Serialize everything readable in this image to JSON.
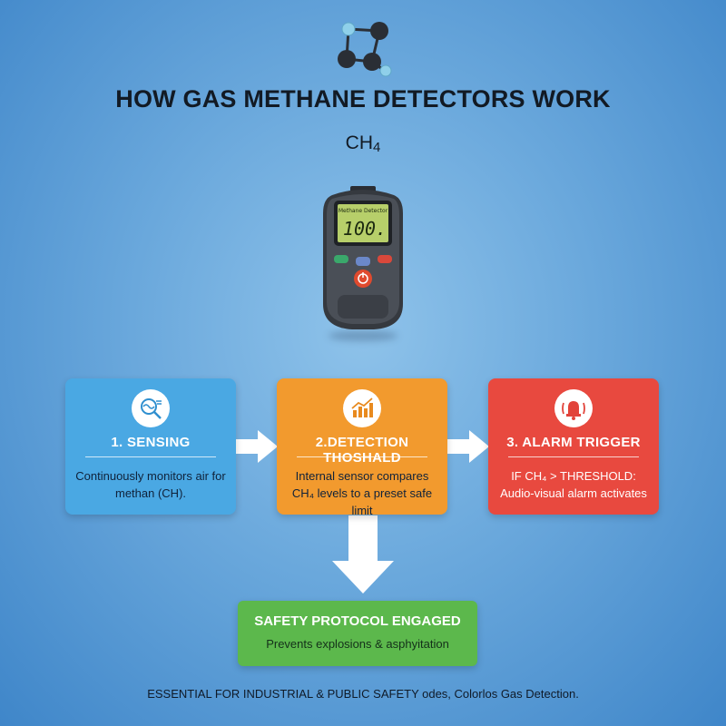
{
  "header": {
    "title": "HOW GAS METHANE DETECTORS WORK",
    "formula_main": "CH",
    "formula_sub": "4"
  },
  "device": {
    "screen_label": "Methane Detector",
    "reading": "100."
  },
  "steps": [
    {
      "title": "1. SENSING",
      "description": "Continuously monitors air for methan (CH).",
      "icon": "magnifier-sensor-icon"
    },
    {
      "title": "2.DETECTION THOSHALD",
      "description": "Internal sensor compares CH₄ levels to a preset safe limit",
      "icon": "bar-chart-icon"
    },
    {
      "title": "3. ALARM TRIGGER",
      "description_line1": "IF CH₄ > THRESHOLD:",
      "description_line2": "Audio-visual alarm activates",
      "icon": "alarm-bell-icon"
    }
  ],
  "outcome": {
    "title": "SAFETY PROTOCOL ENGAGED",
    "description": "Prevents explosions & asphyitation"
  },
  "footer": "ESSENTIAL FOR INDUSTRIAL & PUBLIC SAFETY odes, Colorlos Gas Detection.",
  "colors": {
    "sensing": "#4aa8e3",
    "detection": "#f29a2e",
    "alarm": "#e8493f",
    "safety": "#5cb84c"
  }
}
